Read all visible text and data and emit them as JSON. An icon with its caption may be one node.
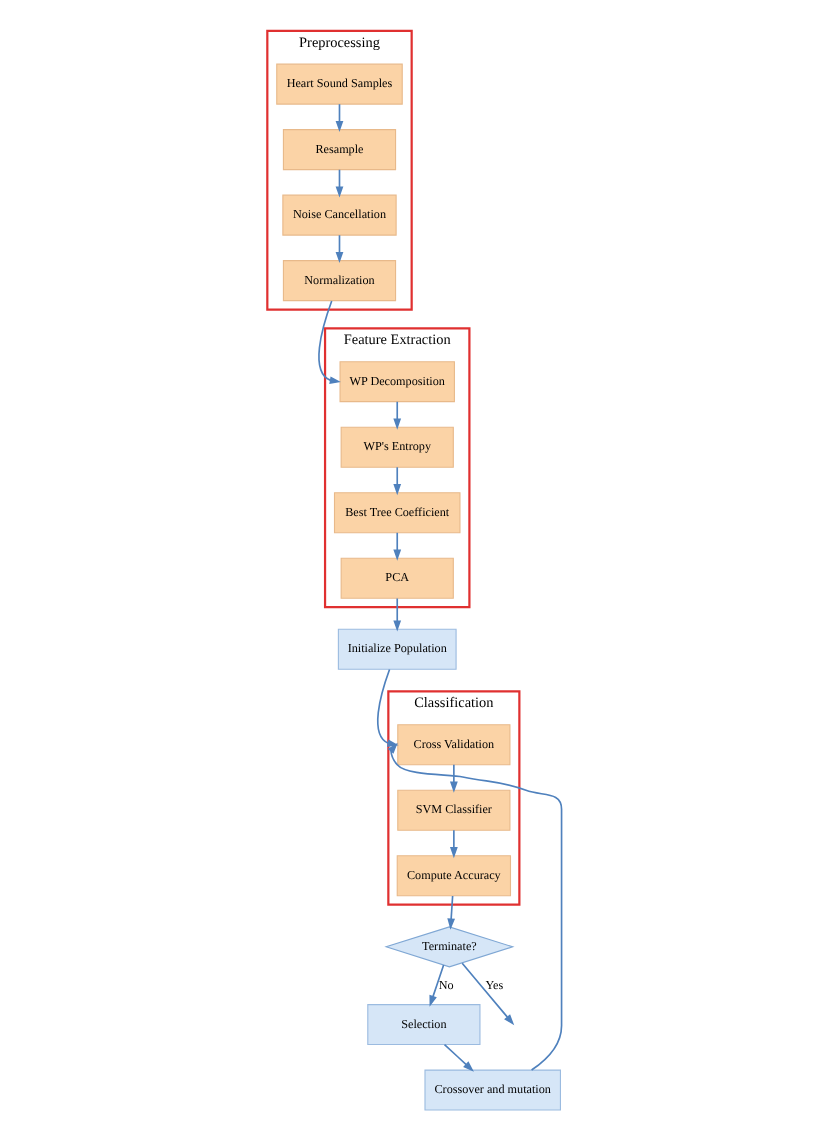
{
  "diagram": {
    "nodes": [
      {
        "text": [
          "Preprocessing"
        ]
      },
      {
        "text": [
          "Heart Sound Samples"
        ],
        "in": 0
      },
      {
        "text": [
          "Resample"
        ],
        "in": 0
      },
      {
        "text": [
          "Noise Cancellation"
        ],
        "in": 0
      },
      {
        "text": [
          "Normalization"
        ],
        "in": 0
      },
      {
        "text": [
          "Feature Extraction"
        ]
      },
      {
        "text": [
          "WP Decomposition"
        ],
        "in": 5
      },
      {
        "text": [
          "WP's Entropy"
        ],
        "in": 5
      },
      {
        "text": [
          "Best Tree Coefficient"
        ],
        "in": 5
      },
      {
        "text": [
          "PCA"
        ],
        "in": 5
      },
      {
        "text": [
          "Initialize Population"
        ]
      },
      {
        "text": [
          "Classification"
        ]
      },
      {
        "text": [
          "Cross Validation"
        ],
        "in": 11
      },
      {
        "text": [
          "SVM Classifier"
        ],
        "in": 11
      },
      {
        "text": [
          "Compute Accuracy"
        ],
        "in": 11
      },
      {
        "text": [
          "Selection"
        ]
      },
      {
        "text": [
          "Crossover and mutation"
        ]
      },
      {
        "text": [
          "Terminate?"
        ]
      }
    ],
    "edges": [
      {
        "from": 1,
        "to": 2,
        "arrow": "to"
      },
      {
        "from": 2,
        "to": 3,
        "arrow": "to"
      },
      {
        "from": 3,
        "to": 4,
        "arrow": "to"
      },
      {
        "from": 4,
        "to": 6,
        "arrow": "to"
      },
      {
        "from": 6,
        "to": 7,
        "arrow": "to"
      },
      {
        "from": 7,
        "to": 8,
        "arrow": "to"
      },
      {
        "from": 8,
        "to": 9,
        "arrow": "to"
      },
      {
        "from": 9,
        "to": 10,
        "arrow": "to"
      },
      {
        "from": 10,
        "to": 12,
        "arrow": "to"
      },
      {
        "from": 12,
        "to": 13,
        "arrow": "to"
      },
      {
        "from": 13,
        "to": 14,
        "arrow": "to"
      },
      {
        "from": 14,
        "to": 17,
        "arrow": "to"
      },
      {
        "from": 17,
        "to": 15,
        "arrow": "to",
        "label": "No"
      },
      {
        "from": 15,
        "to": 16,
        "arrow": "to"
      },
      {
        "from": 16,
        "to": 12,
        "arrow": "to"
      },
      {
        "from": 17,
        "to": null,
        "arrow": "to",
        "label": "Yes"
      }
    ]
  }
}
